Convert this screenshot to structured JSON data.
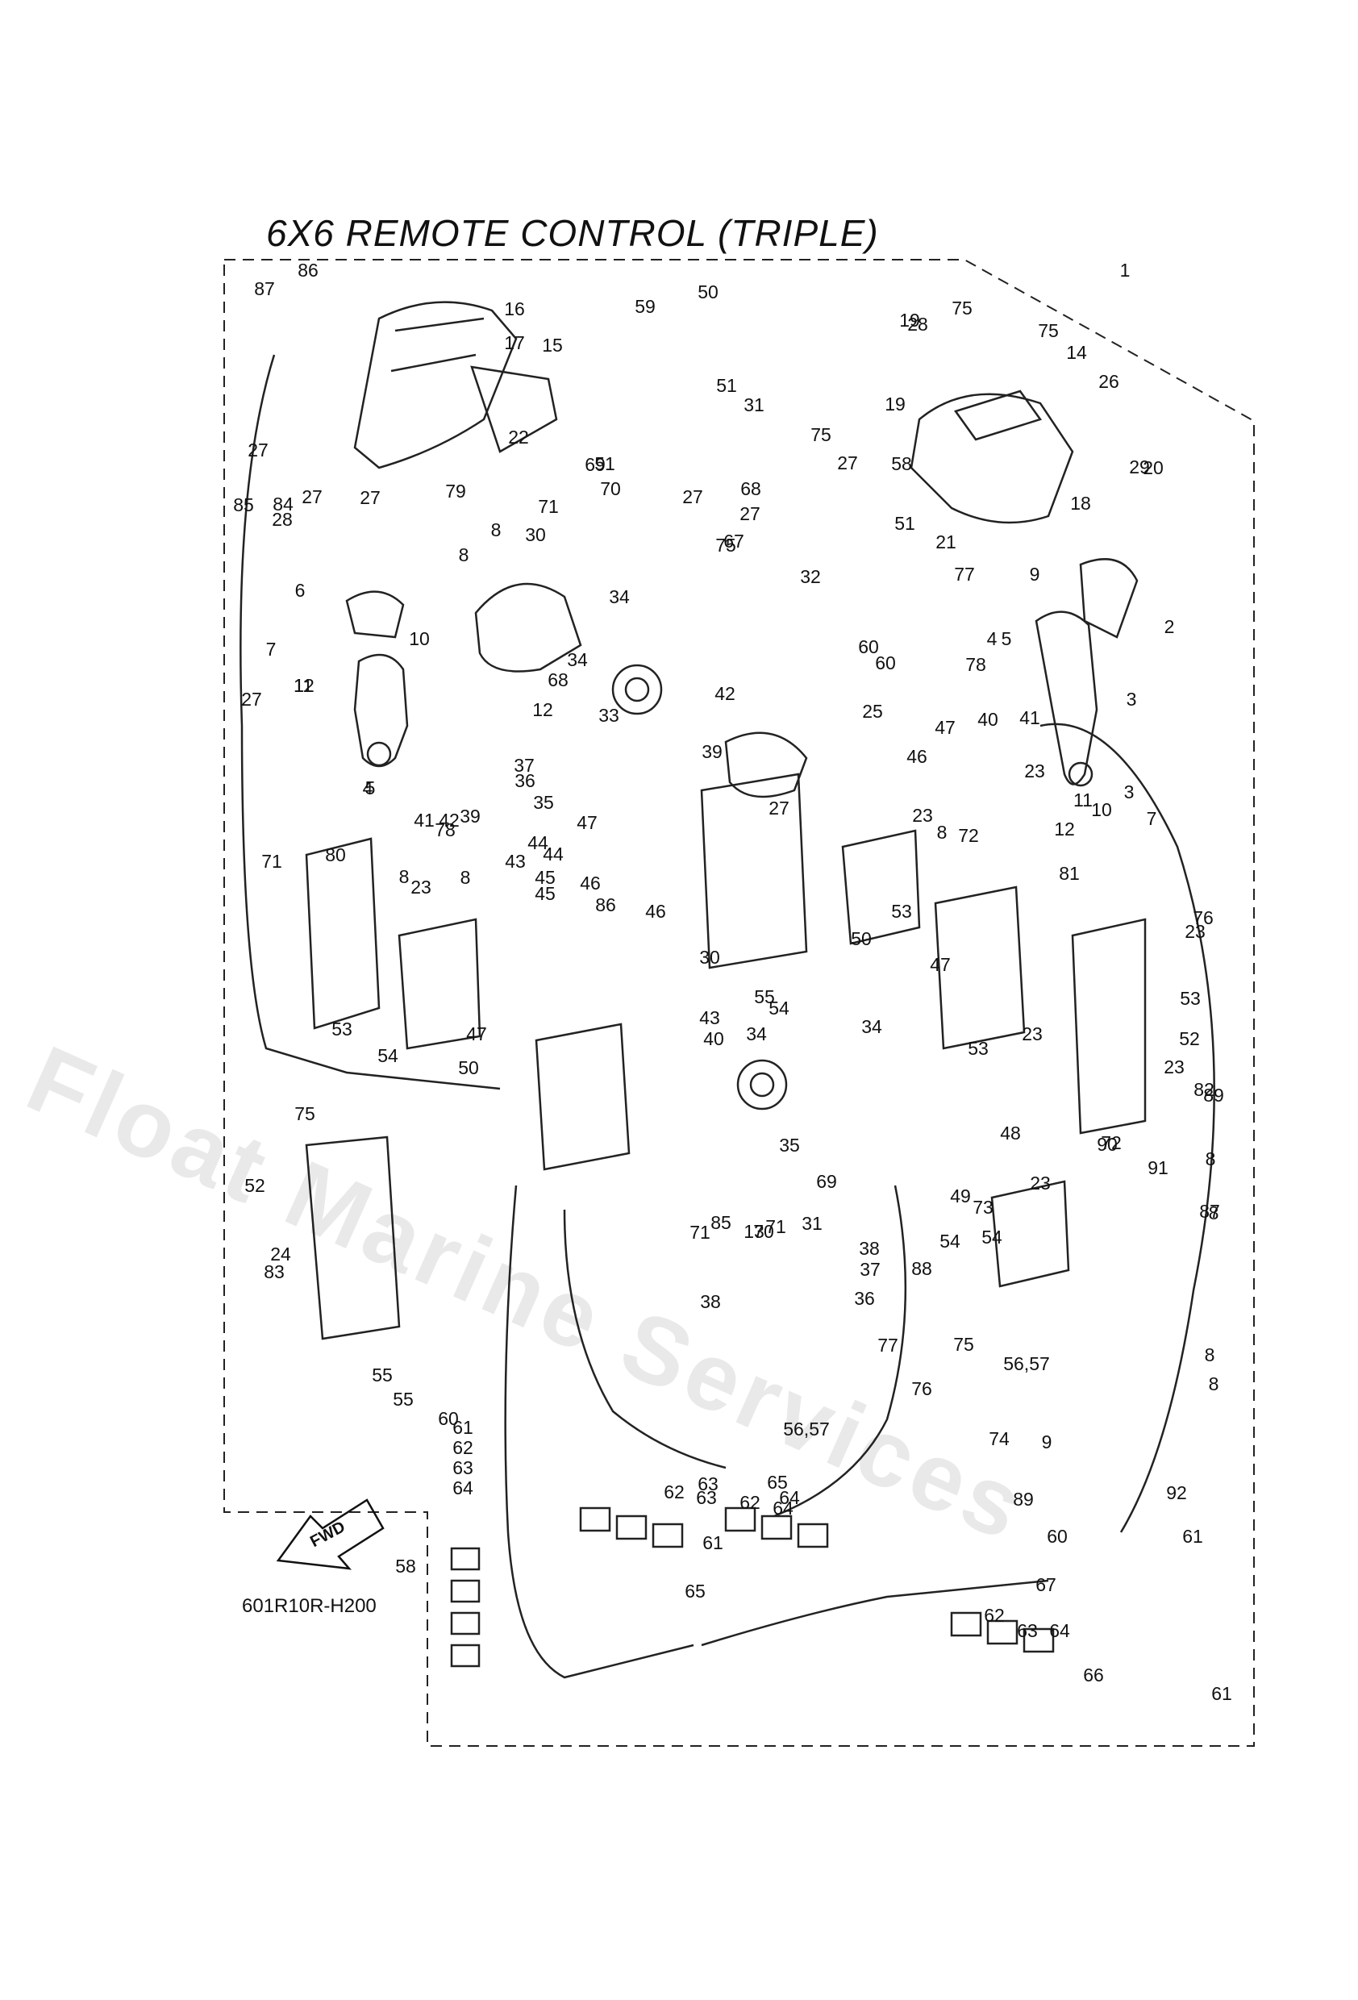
{
  "title": "6X6 REMOTE CONTROL (TRIPLE)",
  "watermark": "Float Marine Services",
  "ref_code": "601R10R-H200",
  "fwd_label": "FWD",
  "callouts": [
    "1",
    "2",
    "3",
    "3",
    "4",
    "4",
    "5",
    "5",
    "6",
    "7",
    "7",
    "8",
    "8",
    "8",
    "8",
    "8",
    "8",
    "8",
    "8",
    "8",
    "9",
    "9",
    "10",
    "10",
    "11",
    "11",
    "12",
    "12",
    "12",
    "13",
    "14",
    "15",
    "16",
    "17",
    "18",
    "19",
    "19",
    "20",
    "21",
    "22",
    "23",
    "23",
    "23",
    "23",
    "23",
    "23",
    "23",
    "24",
    "25",
    "26",
    "27",
    "27",
    "27",
    "27",
    "27",
    "27",
    "27",
    "27",
    "28",
    "28",
    "29",
    "30",
    "30",
    "31",
    "31",
    "32",
    "33",
    "34",
    "34",
    "34",
    "34",
    "35",
    "35",
    "36",
    "36",
    "37",
    "37",
    "38",
    "38",
    "39",
    "39",
    "40",
    "40",
    "41",
    "41",
    "42",
    "42",
    "43",
    "43",
    "44",
    "44",
    "45",
    "45",
    "46",
    "46",
    "46",
    "47",
    "47",
    "47",
    "47",
    "48",
    "49",
    "50",
    "50",
    "50",
    "51",
    "51",
    "51",
    "52",
    "52",
    "53",
    "53",
    "53",
    "53",
    "54",
    "54",
    "54",
    "54",
    "55",
    "55",
    "55",
    "56,57",
    "56,57",
    "58",
    "58",
    "59",
    "60",
    "60",
    "60",
    "60",
    "61",
    "61",
    "61",
    "61",
    "62",
    "62",
    "62",
    "62",
    "63",
    "63",
    "63",
    "63",
    "64",
    "64",
    "64",
    "64",
    "65",
    "65",
    "66",
    "67",
    "67",
    "68",
    "68",
    "69",
    "69",
    "70",
    "70",
    "71",
    "71",
    "71",
    "71",
    "72",
    "72",
    "73",
    "74",
    "75",
    "75",
    "75",
    "75",
    "75",
    "75",
    "76",
    "76",
    "77",
    "77",
    "78",
    "78",
    "79",
    "80",
    "81",
    "82",
    "83",
    "84",
    "85",
    "85",
    "86",
    "86",
    "87",
    "87",
    "88",
    "89",
    "89",
    "90",
    "91",
    "92"
  ]
}
